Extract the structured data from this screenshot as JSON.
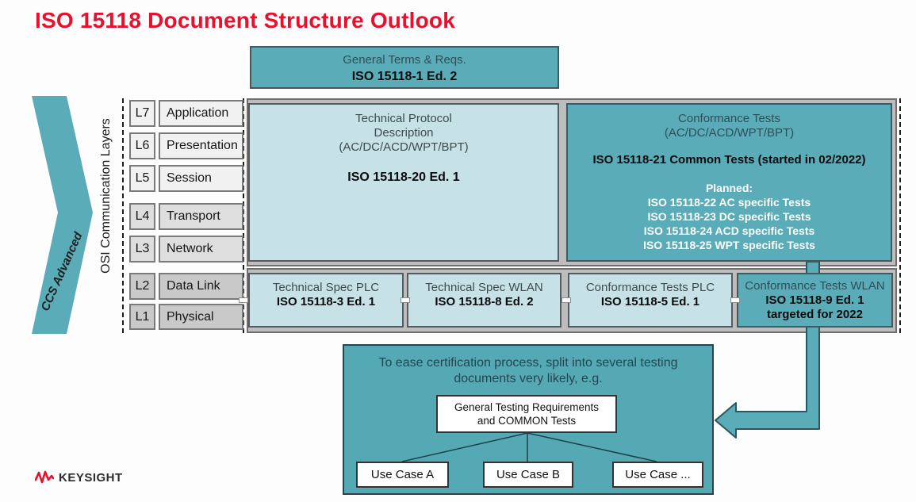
{
  "palette": {
    "title_red": "#E8112D",
    "teal": "#5AACB8",
    "light_teal": "#C6E2E6",
    "panel_gray": "#BDBDBD",
    "row_light": "#F1F1F1",
    "row_mid": "#DEDEDE",
    "row_dark": "#C9C9C9",
    "dark_slate_text": "#2E4F58",
    "white": "#FFFFFF"
  },
  "slide": {
    "title": "ISO 15118 Document Structure Outlook"
  },
  "ccs_chevron": {
    "label": "CCS Advanced"
  },
  "osi": {
    "axis_label": "OSI Communication Layers",
    "layers": [
      {
        "id": "L7",
        "name": "Application"
      },
      {
        "id": "L6",
        "name": "Presentation"
      },
      {
        "id": "L5",
        "name": "Session"
      },
      {
        "id": "L4",
        "name": "Transport"
      },
      {
        "id": "L3",
        "name": "Network"
      },
      {
        "id": "L2",
        "name": "Data Link"
      },
      {
        "id": "L1",
        "name": "Physical"
      }
    ]
  },
  "general_terms_box": {
    "title": "General Terms & Reqs.",
    "doc": "ISO 15118-1 Ed. 2"
  },
  "tech_protocol_box": {
    "line1": "Technical Protocol",
    "line2": "Description",
    "line3": "(AC/DC/ACD/WPT/BPT)",
    "doc": "ISO 15118-20 Ed. 1"
  },
  "conformance_box": {
    "title": "Conformance Tests",
    "subtitle": "(AC/DC/ACD/WPT/BPT)",
    "common": "ISO 15118-21 Common Tests (started in 02/2022)",
    "planned_label": "Planned:",
    "planned": [
      "ISO 15118-22 AC specific Tests",
      "ISO 15118-23 DC specific Tests",
      "ISO 15118-24 ACD specific Tests",
      "ISO 15118-25 WPT specific Tests"
    ]
  },
  "datalink_boxes": [
    {
      "title": "Technical Spec PLC",
      "doc": "ISO 15118-3 Ed. 1"
    },
    {
      "title": "Technical Spec WLAN",
      "doc": "ISO 15118-8 Ed. 2"
    },
    {
      "title": "Conformance Tests PLC",
      "doc": "ISO 15118-5 Ed. 1"
    },
    {
      "title": "Conformance Tests WLAN",
      "doc": "ISO 15118-9 Ed. 1",
      "note": "targeted for 2022"
    }
  ],
  "certification_box": {
    "line1": "To ease certification process, split into several testing",
    "line2": "documents very likely, e.g.",
    "general_testing_line1": "General Testing Requirements",
    "general_testing_line2": "and COMMON Tests",
    "use_cases": [
      "Use Case A",
      "Use Case B",
      "Use Case ..."
    ]
  },
  "footer": {
    "brand": "KEYSIGHT"
  }
}
